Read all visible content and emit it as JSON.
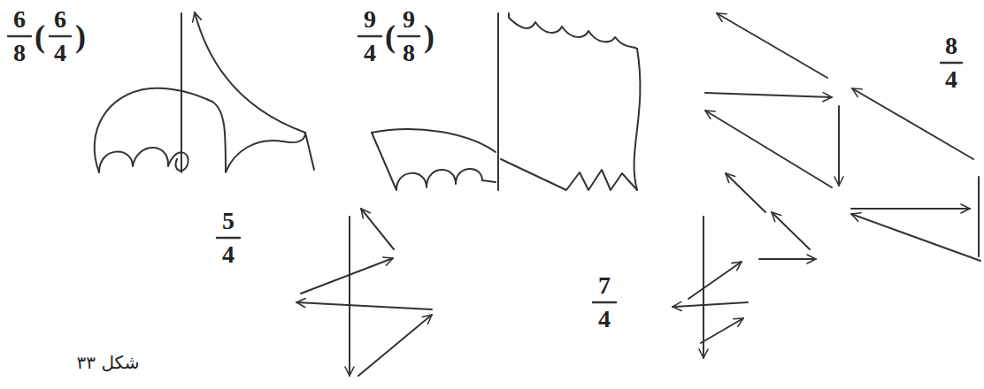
{
  "diagram": {
    "caption": "شکل ۳۳",
    "labels": [
      "6",
      "8",
      "(",
      "6",
      "4",
      ")",
      "9",
      "4",
      "(",
      "9",
      "8",
      ")",
      "8",
      "4",
      "5",
      "4",
      "7",
      "4"
    ]
  }
}
